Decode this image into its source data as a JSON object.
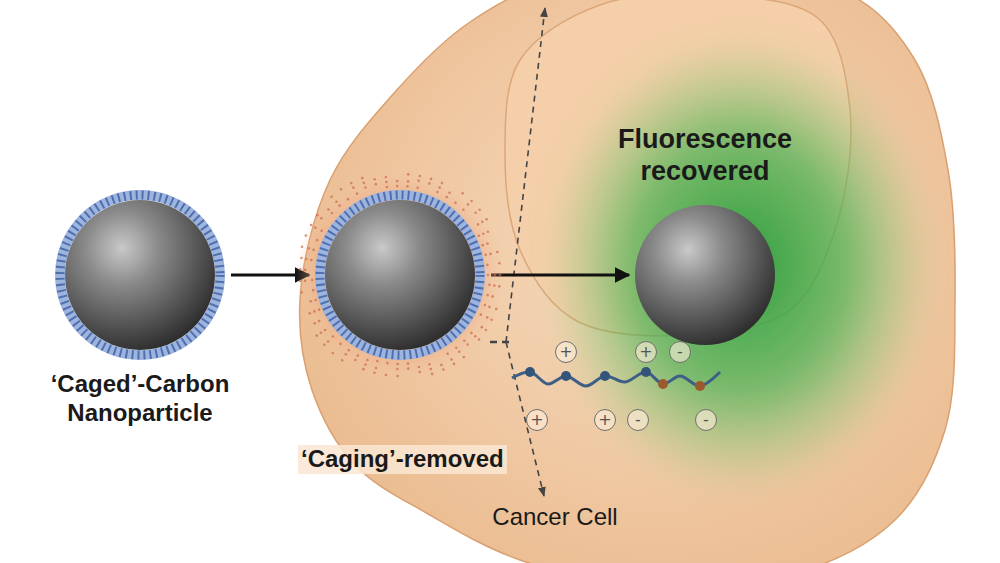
{
  "diagram": {
    "nodes": [
      {
        "text": [
          "Cancer Cell"
        ]
      },
      {
        "text": [
          "‘Caged’-Carbon Nanoparticle"
        ]
      },
      {
        "text": [
          "‘Caging’-removed"
        ]
      },
      {
        "text": [
          "Fluorescence recovered"
        ],
        "in": 0
      }
    ],
    "edges": [
      {
        "from": 1,
        "to": 2,
        "arrow": "to"
      },
      {
        "from": 2,
        "to": 3,
        "arrow": "to"
      }
    ],
    "labels": [
      "+",
      "+",
      "-",
      "+",
      "+",
      "-",
      "-"
    ]
  }
}
